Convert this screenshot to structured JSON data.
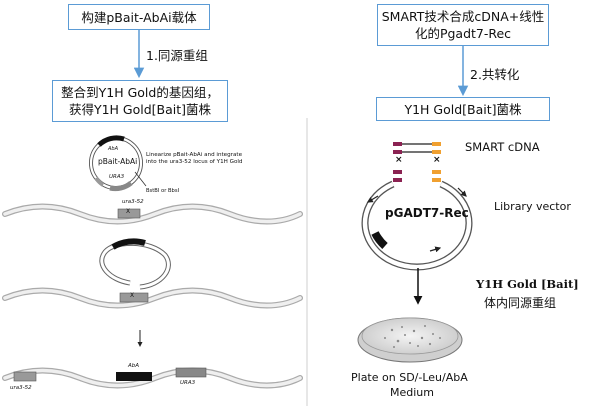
{
  "left": {
    "box1": "构建pBait-AbAi载体",
    "step1": "1.同源重组",
    "box2_line1": "整合到Y1H Gold的基因组，",
    "box2_line2": "获得Y1H Gold[Bait]菌株",
    "plasmid_marker_top": "AbA",
    "plasmid_name": "pBait-AbAi",
    "plasmid_marker_bottom": "URA3",
    "enzymes": "BstBI or BbsI",
    "instruction_line1": "Linearize pBait-AbAi and integrate",
    "instruction_line2": "into the ura3-52 locus of Y1H Gold",
    "locus_label": "ura3-52",
    "cross_label": "X",
    "final_aba": "AbA",
    "final_left_locus": "ura3-52",
    "final_ura3": "URA3"
  },
  "right": {
    "box1_line1": "SMART技术合成cDNA+线性",
    "box1_line2": "化的Pgadt7-Rec",
    "step2": "2.共转化",
    "box2": "Y1H Gold[Bait]菌株",
    "smart_cdna": "SMART cDNA",
    "vector_name": "pGADT7-Rec",
    "library_vector": "Library vector",
    "y1h_line1": "Y1H Gold [Bait]",
    "y1h_line2": "体内同源重组",
    "plate_line1": "Plate on SD/-Leu/AbA",
    "plate_line2": "Medium",
    "cross_mark": "×"
  },
  "colors": {
    "box_border": "#5b9bd5",
    "arrow_blue": "#5b9bd5",
    "cdna_purple": "#8b2252",
    "cdna_orange": "#f0a030",
    "divider": "#cfcfcf"
  }
}
